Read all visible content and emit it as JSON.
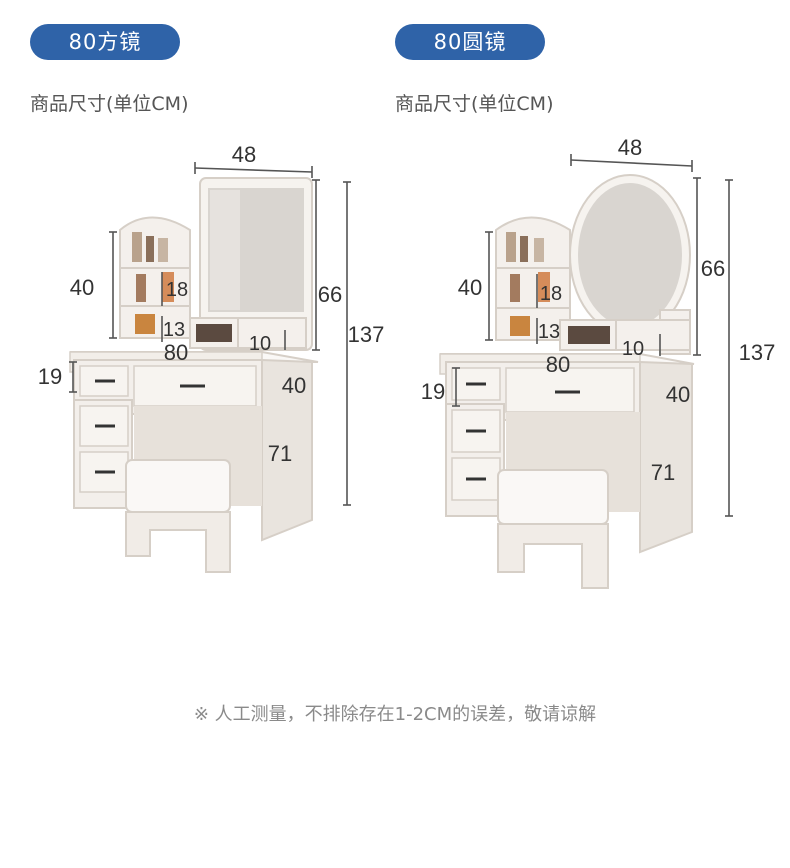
{
  "variants": [
    {
      "tag": "80方镜",
      "subtitle": "商品尺寸(单位CM)",
      "mirror_shape": "square",
      "dimensions": {
        "mirror_width": "48",
        "shelf_height": "40",
        "shelf_upper": "18",
        "shelf_lower": "13",
        "mirror_height": "66",
        "total_height": "137",
        "drawer_height": "19",
        "desk_width": "80",
        "compartment": "10",
        "desk_depth": "40",
        "desk_height": "71"
      }
    },
    {
      "tag": "80圆镜",
      "subtitle": "商品尺寸(单位CM)",
      "mirror_shape": "round",
      "dimensions": {
        "mirror_width": "48",
        "shelf_height": "40",
        "shelf_upper": "18",
        "shelf_lower": "13",
        "mirror_height": "66",
        "total_height": "137",
        "drawer_height": "19",
        "desk_width": "80",
        "compartment": "10",
        "desk_depth": "40",
        "desk_height": "71"
      }
    }
  ],
  "footnote": "※ 人工测量，不排除存在1-2CM的误差，敬请谅解",
  "colors": {
    "pill": "#2f63a8",
    "furniture": "#f3efeb",
    "furniture_shadow": "#d9d2cb",
    "dimension_line": "#555555"
  }
}
